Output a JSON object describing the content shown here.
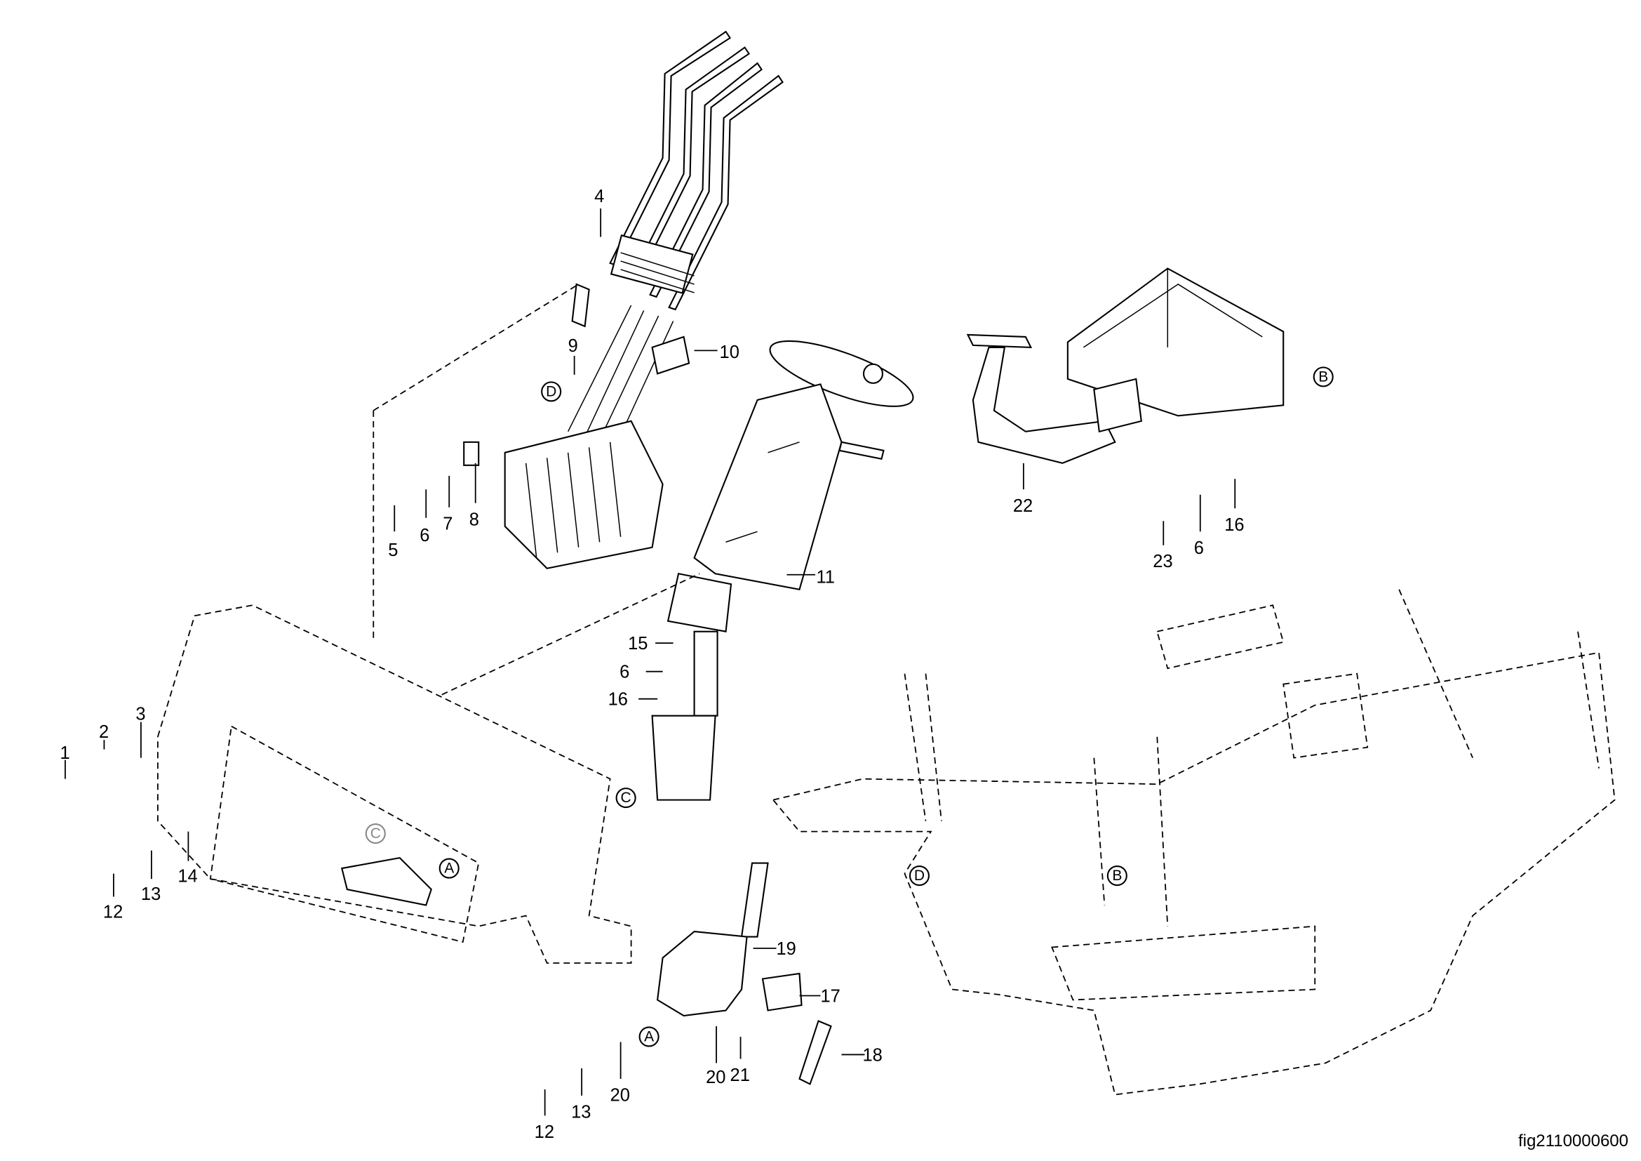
{
  "figure_id": "fig2110000600",
  "callouts": {
    "c1": "1",
    "c2": "2",
    "c3": "3",
    "c4": "4",
    "c5": "5",
    "c6a": "6",
    "c6b": "6",
    "c6c": "6",
    "c7": "7",
    "c8": "8",
    "c9": "9",
    "c10": "10",
    "c11": "11",
    "c12a": "12",
    "c12b": "12",
    "c13a": "13",
    "c13b": "13",
    "c14": "14",
    "c15": "15",
    "c16a": "16",
    "c16b": "16",
    "c17": "17",
    "c18": "18",
    "c19": "19",
    "c20a": "20",
    "c20b": "20",
    "c21": "21",
    "c22": "22",
    "c23": "23"
  },
  "references": {
    "A1": "A",
    "A2": "A",
    "B1": "B",
    "B2": "B",
    "C1": "C",
    "C2": "C",
    "D1": "D",
    "D2": "D"
  }
}
